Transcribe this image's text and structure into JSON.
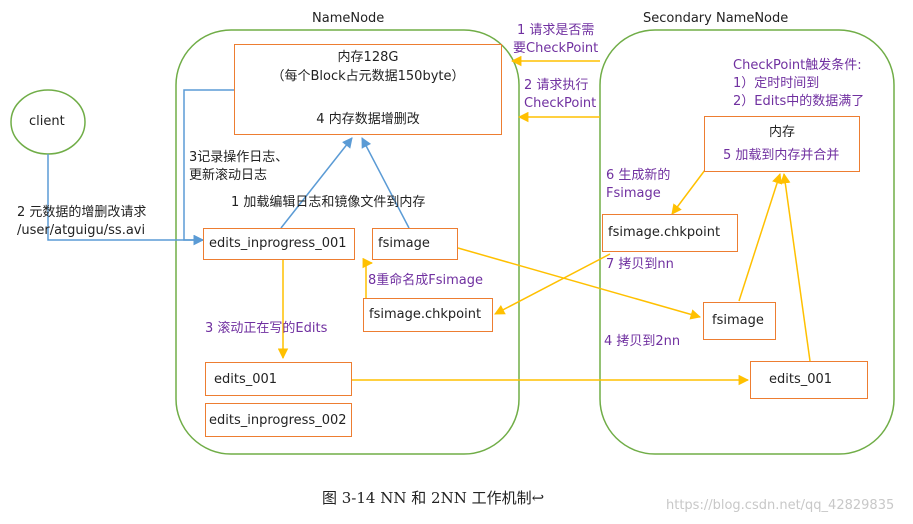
{
  "namenode": {
    "title": "NameNode",
    "memory_box": {
      "line1": "内存128G",
      "line2": "（每个Block占元数据150byte）",
      "line3": "4 内存数据增删改"
    },
    "edits_inprogress_001": "edits_inprogress_001",
    "fsimage": "fsimage",
    "fsimage_chkpoint": "fsimage.chkpoint",
    "edits_001": "edits_001",
    "edits_inprogress_002": "edits_inprogress_002"
  },
  "secondary": {
    "title": "Secondary NameNode",
    "trigger": {
      "title": "CheckPoint触发条件:",
      "item1": "1）定时时间到",
      "item2": "2）Edits中的数据满了"
    },
    "memory_box": {
      "line1": "内存",
      "line2": "5 加载到内存并合并"
    },
    "fsimage_chkpoint": "fsimage.chkpoint",
    "fsimage": "fsimage",
    "edits_001": "edits_001"
  },
  "client": {
    "label": "client"
  },
  "labels": {
    "step1_line1": "1 请求是否需",
    "step1_line2": "要CheckPoint",
    "step2_line1": "2 请求执行",
    "step2_line2": "CheckPoint",
    "client_req_line1": "2 元数据的增删改请求",
    "client_req_line2": "/user/atguigu/ss.avi",
    "step3_log_line1": "3记录操作日志、",
    "step3_log_line2": "更新滚动日志",
    "load_edits": "1 加载编辑日志和镜像文件到内存",
    "rename": "8重命名成Fsimage",
    "roll_edits": "3 滚动正在写的Edits",
    "gen_fsimage_line1": "6 生成新的",
    "gen_fsimage_line2": "Fsimage",
    "copy_to_nn": "7 拷贝到nn",
    "copy_to_2nn": "4 拷贝到2nn"
  },
  "caption": "图 3-14    NN 和 2NN 工作机制↩",
  "watermark": "https://blog.csdn.net/qq_42829835",
  "colors": {
    "green_outline": "#70AD47",
    "box_border": "#ED7D31",
    "yellow_arrow": "#FFC000",
    "blue_arrow": "#5B9BD5",
    "purple_text": "#7030A0"
  }
}
